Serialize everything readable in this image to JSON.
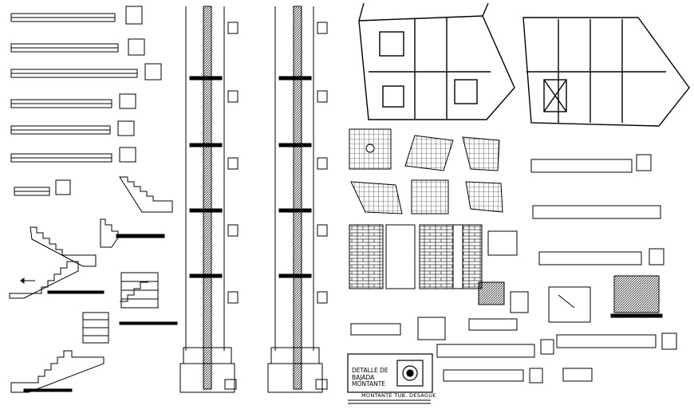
{
  "detail_box": {
    "line1": "DETALLE DE",
    "line2": "BAJADA",
    "line3": "MONTANTE"
  },
  "caption": "MONTANTE TUB. DESAGUE",
  "colors": {
    "ink": "#000000",
    "paper": "#ffffff"
  }
}
